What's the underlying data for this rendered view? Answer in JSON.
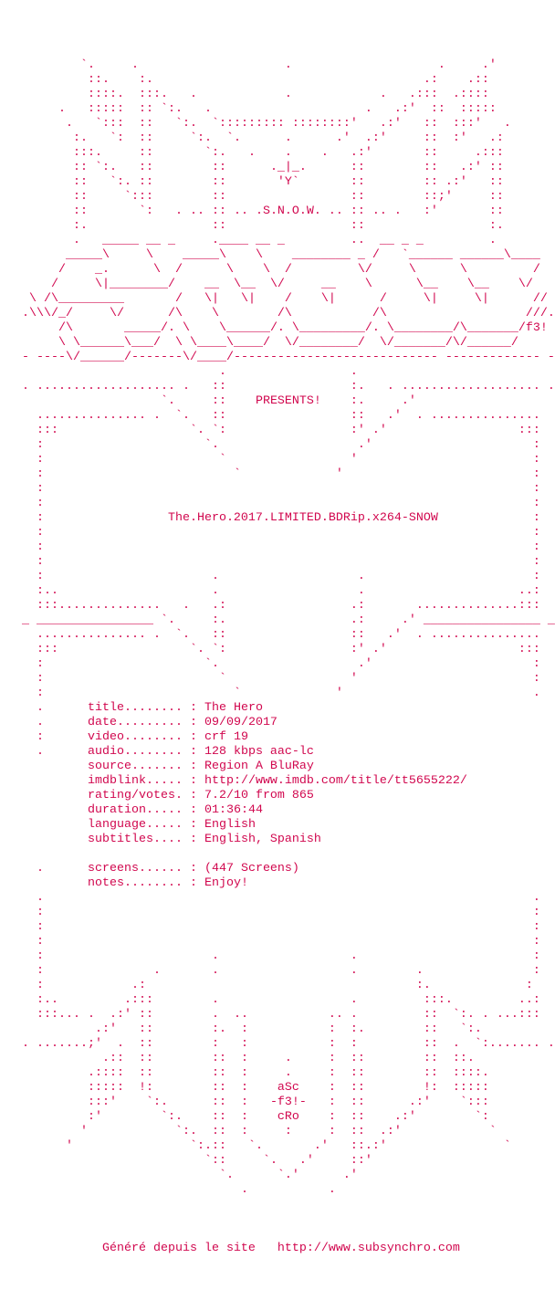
{
  "text_color": "#d1074e",
  "art_header": [
    "        `.     .                    .                    .     .'",
    "         ::.    :.                                     .:    .::",
    "         ::::.  :::.   .            .            .   .:::  .::::",
    "     .   :::::  :: `:.   .                     .   .:'  ::  :::::",
    "      .   `:::  ::   `:.  `::::::::: ::::::::'   .:'   ::  :::'   .",
    "       :.   `:  ::     `:.  `.      .      .'  .:'     ::  :'   .:",
    "       :::.     ::       `:.   .    .    .   .:'       ::     .:::",
    "       :: `:.   ::        ::      ._|_.      ::        ::   .:' ::",
    "       ::   `:. ::        ::       'Y`       ::        :: .:'   ::",
    "       ::     `:::        ::                 ::        ::;'     ::",
    "       ::       `:   . .. :: .. .S.N.O.W. .. :: .. .   :'       ::",
    "       :.                 ::                 ::                 :.",
    "       .   _____ __ _     .____ __ _         ..  __ _ _         .",
    "      _____\\     \\    _____\\    \\    ________ _ /   `______ ______\\____",
    "     /    _.      \\  /      \\    \\  /         \\/     \\      \\         /",
    "    /     \\|________/    __  \\__  \\/     __    \\      \\__    \\__    \\/",
    " \\ /\\_________       /   \\|   \\|    /    \\|      /     \\|     \\|      //",
    ".\\\\\\/_/     \\/      /\\    \\        /\\           /\\                   ///.",
    "     /\\       _____/. \\    \\______/. \\_________/. \\________/\\_______/f3!",
    "     \\ \\______\\___/  \\ \\____\\____/  \\/________/  \\/_______/\\/______/",
    "- ----\\/______/-------\\/____/---------------------------- ------------- -"
  ],
  "frame_top": [
    "                           .                 .",
    ". ................... .   ::                 :.   . ................... .",
    "                   `.     ::    PRESENTS!    :.     .'",
    "  ............... .  `.   ::                 ::   .'  . ...............",
    "  :::                  `. `:                 :' .'                  :::",
    "  :                      `.                   .'                      :",
    "  :                        `                 '                        :",
    "  :                          `             '                          :",
    "  :                                                                   :",
    "  :                                                                   :"
  ],
  "release": {
    "frame_char": ":",
    "title": "The.Hero.2017.LIMITED.BDRip.x264-SNOW"
  },
  "frame_mid": [
    "  :                                                                   :",
    "  :                                                                   :",
    "  :                                                                   :",
    "  :                       .                   .                       :",
    "  :..                     .                   .                     ..:",
    "  :::..............   .   .:                 .:       ..............:::",
    "_ ________________ `.     :.                 .:     .' ________________ _",
    "  ............... .  `.   ::                 ::   .'  . ...............",
    "  :::                  `. `:                 :' .'                  :::",
    "  :                      `.                   .'                      :",
    "  :                        `                 '                        :",
    "  :                          `             '                          ."
  ],
  "info": {
    "separator": ":",
    "fields": [
      {
        "marker": ".",
        "label": "title........",
        "value": "The Hero"
      },
      {
        "marker": ".",
        "label": "date.........",
        "value": "09/09/2017"
      },
      {
        "marker": ":",
        "label": "video........",
        "value": "crf 19"
      },
      {
        "marker": ".",
        "label": "audio........",
        "value": "128 kbps aac-lc"
      },
      {
        "marker": "",
        "label": "source.......",
        "value": "Region A BluRay"
      },
      {
        "marker": "",
        "label": "imdblink.....",
        "value": "http://www.imdb.com/title/tt5655222/"
      },
      {
        "marker": "",
        "label": "rating/votes.",
        "value": "7.2/10 from 865"
      },
      {
        "marker": "",
        "label": "duration.....",
        "value": "01:36:44"
      },
      {
        "marker": "",
        "label": "language.....",
        "value": "English"
      },
      {
        "marker": "",
        "label": "subtitles....",
        "value": "English, Spanish"
      }
    ],
    "extra_fields": [
      {
        "marker": ".",
        "label": "screens......",
        "value": "(447 Screens)"
      },
      {
        "marker": "",
        "label": "notes........",
        "value": "Enjoy!"
      }
    ]
  },
  "art_footer": [
    "  .                                                                   .",
    "  :                                                                   :",
    "  :                                                                   :",
    "  :                                                                   :",
    "  :                       .                  .                        :",
    "  :               .       .                  .        .               :",
    "  :            .:                                     :.             :",
    "  :..         .:::        .                  .         :::.         ..:",
    "  :::... .  .:' ::        .  ..           .. .         ::  `:. . ...:::",
    "          .:'   ::        :.  :           :  :.        ::   `:.",
    ". .......;'  .  ::        :   :           :  :         ::  .  `:....... .",
    "           .::  ::        ::  :     .     :  ::        ::  ::.",
    "         .::::  ::        ::  :     .     :  ::        ::  ::::.",
    "         :::::  !:        ::  :    aSc    :  ::        !:  :::::",
    "         :::'    `:.      ::  :   -f3!-   :  ::      .:'    `:::",
    "         :'        `:.    ::  :    cRo    :  ::    .:'        `:",
    "        '            `:.  ::  :     :     :  ::  .:'            `",
    "      '                `:.::   `.       .'   ::.:'                `",
    "                         `::     `.   .'     ::'",
    "                           `.      `.'      .'",
    "                              .           ."
  ],
  "footer": {
    "text": "Généré depuis le site",
    "link": "http://www.subsynchro.com"
  }
}
